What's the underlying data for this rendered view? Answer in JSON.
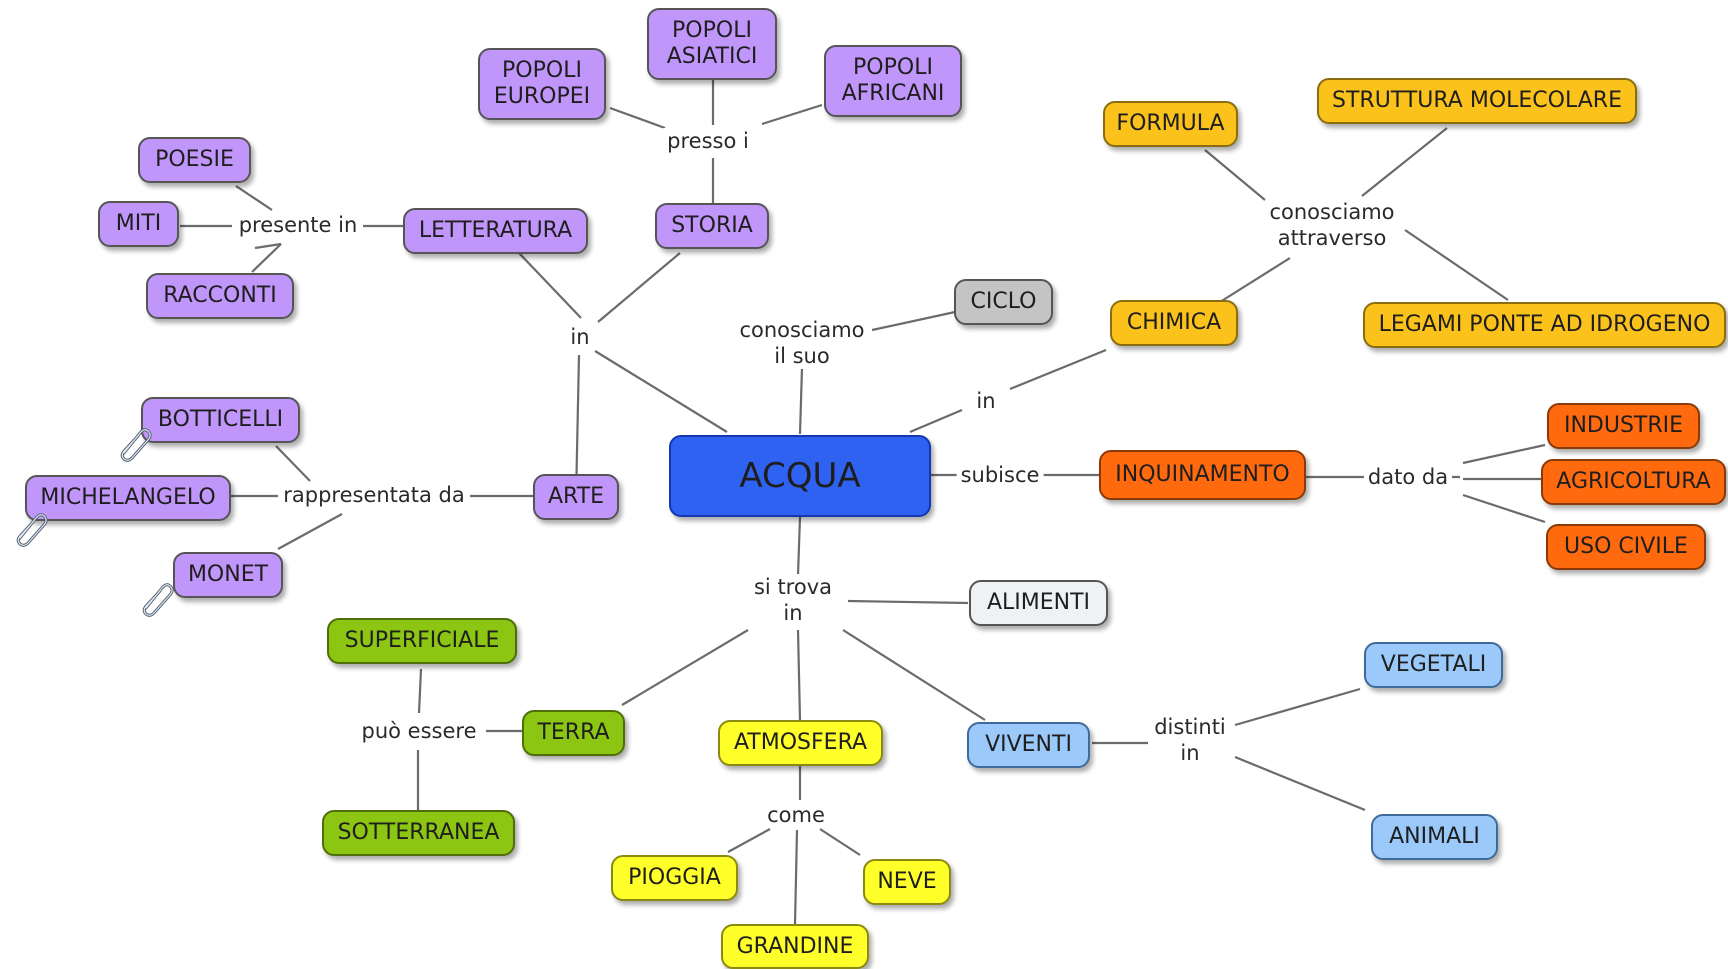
{
  "colors": {
    "main": "#2f62f0",
    "purple": "#c196fb",
    "gold": "#fcc21c",
    "orange": "#ff6a0f",
    "green": "#8dc513",
    "yellow": "#ffff2a",
    "blue": "#9bc9f9",
    "gray": "#c4c4c4",
    "pale": "#eef2f4",
    "line": "#6b6b6b"
  },
  "concepts": {
    "acqua": "ACQUA",
    "ciclo": "CICLO",
    "chimica": "CHIMICA",
    "formula": "FORMULA",
    "struttura_molecolare": "STRUTTURA MOLECOLARE",
    "legami_ponte": "LEGAMI PONTE AD IDROGENO",
    "inquinamento": "INQUINAMENTO",
    "industrie": "INDUSTRIE",
    "agricoltura": "AGRICOLTURA",
    "uso_civile": "USO CIVILE",
    "alimenti": "ALIMENTI",
    "viventi": "VIVENTI",
    "vegetali": "VEGETALI",
    "animali": "ANIMALI",
    "atmosfera": "ATMOSFERA",
    "pioggia": "PIOGGIA",
    "neve": "NEVE",
    "grandine": "GRANDINE",
    "terra": "TERRA",
    "superficiale": "SUPERFICIALE",
    "sotterranea": "SOTTERRANEA",
    "arte": "ARTE",
    "botticelli": "BOTTICELLI",
    "michelangelo": "MICHELANGELO",
    "monet": "MONET",
    "letteratura": "LETTERATURA",
    "poesie": "POESIE",
    "miti": "MITI",
    "racconti": "RACCONTI",
    "storia": "STORIA",
    "popoli_europei": "POPOLI\nEUROPEI",
    "popoli_asiatici": "POPOLI\nASIATICI",
    "popoli_africani": "POPOLI\nAFRICANI"
  },
  "linking_phrases": {
    "in_left": "in",
    "presso_i": "presso i",
    "presente_in": "presente in",
    "rappresentata_da": "rappresentata da",
    "conosciamo_il_suo": "conosciamo\nil suo",
    "in_right": "in",
    "conosciamo_attraverso": "conosciamo\nattraverso",
    "subisce": "subisce",
    "dato_da": "dato da",
    "si_trova_in": "si trova\nin",
    "distinti_in": "distinti\nin",
    "puo_essere": "può essere",
    "come": "come"
  },
  "attachments": {
    "icon": "paperclip-icon",
    "on": [
      "BOTTICELLI",
      "MICHELANGELO",
      "MONET"
    ]
  }
}
